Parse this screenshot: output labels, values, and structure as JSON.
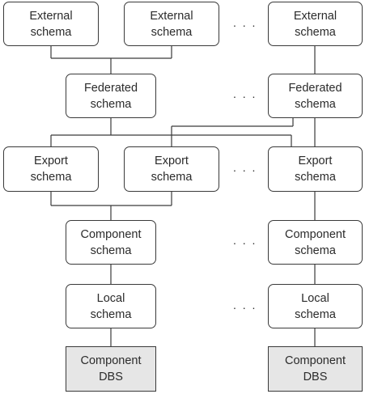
{
  "diagram": {
    "external_schemas": [
      "External\nschema",
      "External\nschema",
      "External\nschema"
    ],
    "federated_schemas": [
      "Federated\nschema",
      "Federated\nschema"
    ],
    "export_schemas": [
      "Export\nschema",
      "Export\nschema",
      "Export\nschema"
    ],
    "component_schemas": [
      "Component\nschema",
      "Component\nschema"
    ],
    "local_schemas": [
      "Local\nschema",
      "Local\nschema"
    ],
    "component_dbs": [
      "Component\nDBS",
      "Component\nDBS"
    ],
    "ellipsis": ". . ."
  },
  "colors": {
    "border": "#3a3a3a",
    "line": "#3a3a3a",
    "dbs_fill": "#e6e6e6",
    "text": "#2b2b2b"
  }
}
